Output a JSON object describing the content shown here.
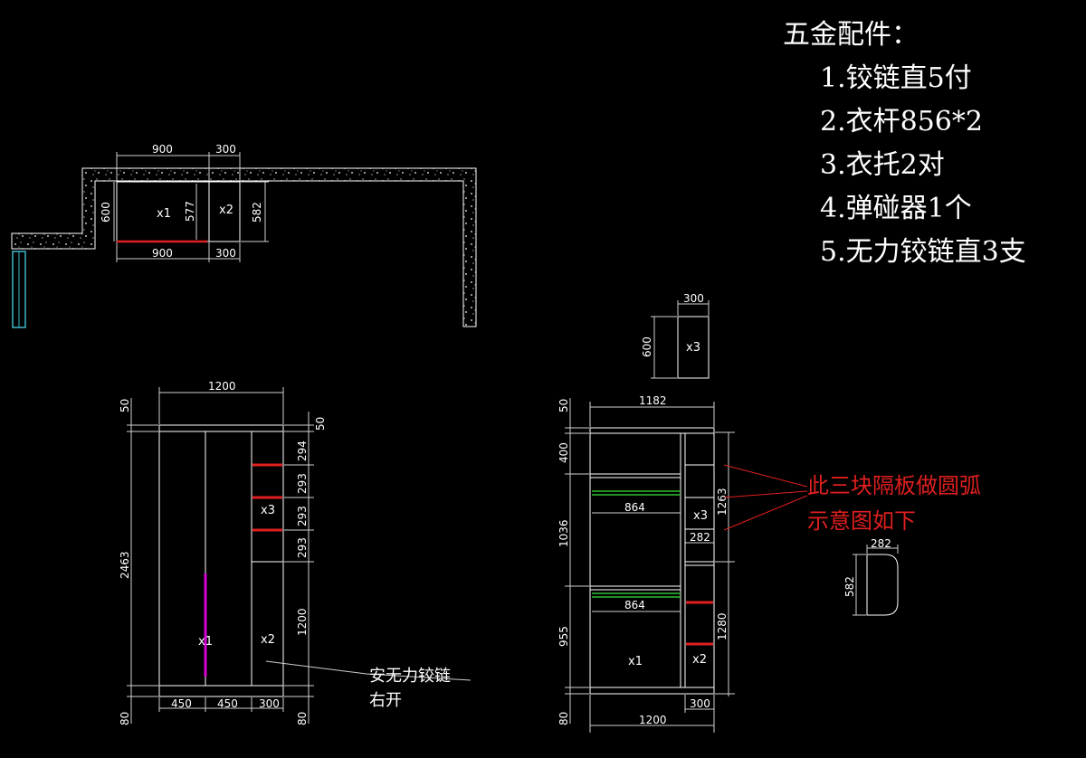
{
  "notes": {
    "title": "五金配件：",
    "items": [
      "1.铰链直5付",
      "2.衣杆856*2",
      "3.衣托2对",
      "4.弹碰器1个",
      "5.无力铰链直3支"
    ]
  },
  "plan": {
    "dim_top_a": "900",
    "dim_top_b": "300",
    "dim_bottom_a": "900",
    "dim_bottom_b": "300",
    "dim_side_600": "600",
    "dim_577": "577",
    "dim_582": "582",
    "label_x1": "x1",
    "label_x2": "x2"
  },
  "drawer_top": {
    "dim_w": "300",
    "dim_h": "600",
    "label": "x3"
  },
  "front_left": {
    "dim_top": "1200",
    "dim_50_left": "50",
    "dim_50_right": "50",
    "dim_height": "2463",
    "dim_80_left": "80",
    "dim_80_right": "80",
    "dim_294": "294",
    "dim_293a": "293",
    "dim_293b": "293",
    "dim_293c": "293",
    "dim_1200_side": "1200",
    "dim_450a": "450",
    "dim_450b": "450",
    "dim_300": "300",
    "label_x3": "x3",
    "label_x1": "x1",
    "label_x2": "x2",
    "annotation": [
      "安无力铰链",
      "右开"
    ]
  },
  "front_right": {
    "dim_top": "1182",
    "dim_50": "50",
    "dim_400": "400",
    "dim_1036": "1036",
    "dim_955": "955",
    "dim_80": "80",
    "dim_1263": "1263",
    "dim_1280": "1280",
    "dim_864a": "864",
    "dim_864b": "864",
    "dim_282": "282",
    "dim_300": "300",
    "dim_bottom": "1200",
    "label_x3": "x3",
    "label_x1": "x1",
    "label_x2": "x2"
  },
  "arc_note": {
    "lines": [
      "此三块隔板做圆弧",
      "示意图如下"
    ],
    "dim_282": "282",
    "dim_582": "582"
  },
  "colors": {
    "background": "#000000",
    "red": "#e01f1f",
    "green": "#2fbf2f",
    "magenta": "#d400d4",
    "cyan": "#3fb8c8"
  }
}
